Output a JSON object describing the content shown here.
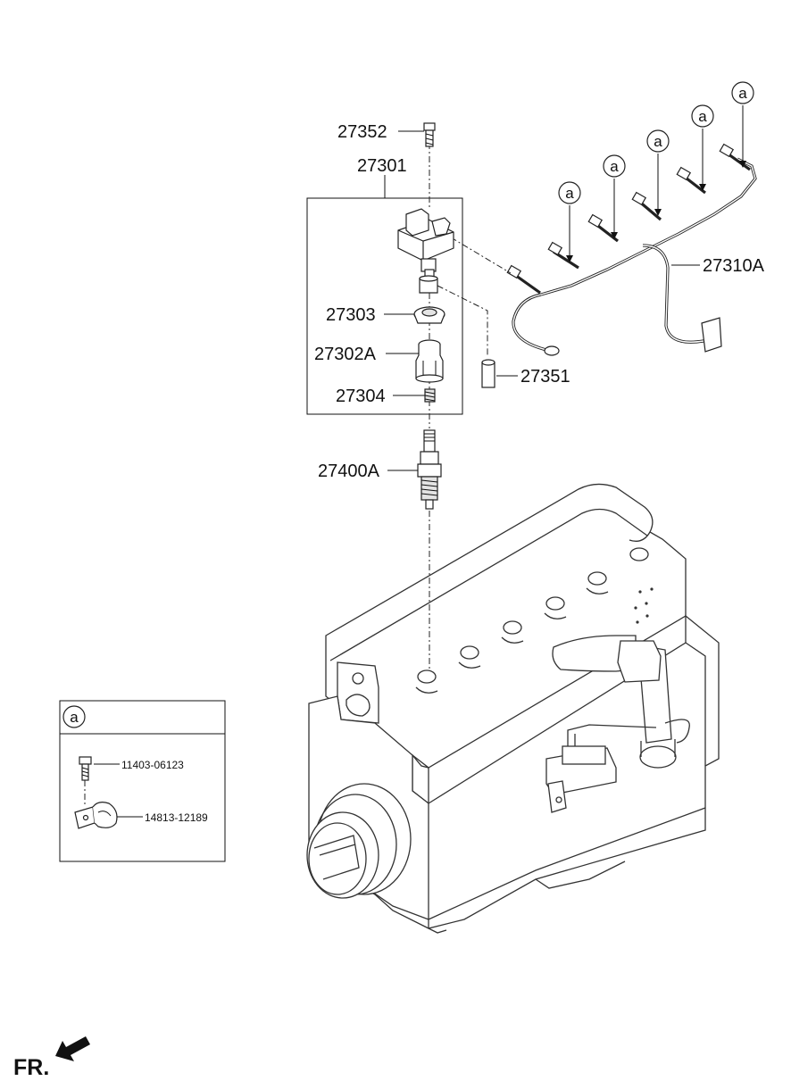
{
  "parts": {
    "bolt_top": "27352",
    "coil_assembly": "27301",
    "seal": "27303",
    "boot": "27302A",
    "spring": "27304",
    "resistor": "27351",
    "harness": "27310A",
    "spark_plug": "27400A"
  },
  "harness_markers": [
    "a",
    "a",
    "a",
    "a",
    "a"
  ],
  "detail_box": {
    "marker": "a",
    "bolt": "11403-06123",
    "clip": "14813-12189"
  },
  "orientation": "FR."
}
